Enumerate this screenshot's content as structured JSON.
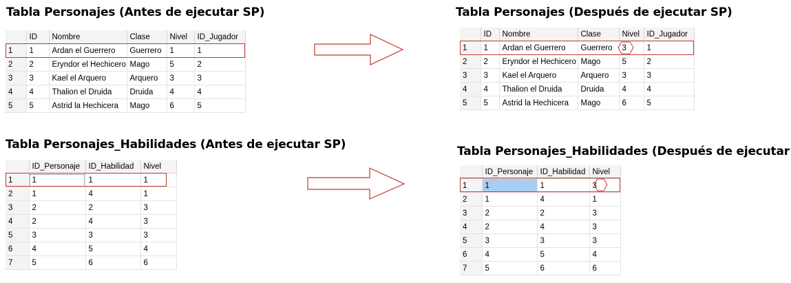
{
  "top_left": {
    "title": "Tabla Personajes (Antes de ejecutar SP)",
    "columns": [
      "",
      "ID",
      "Nombre",
      "Clase",
      "Nivel",
      "ID_Jugador"
    ],
    "rows": [
      [
        "1",
        "1",
        "Ardan el Guerrero",
        "Guerrero",
        "1",
        "1"
      ],
      [
        "2",
        "2",
        "Eryndor el Hechicero",
        "Mago",
        "5",
        "2"
      ],
      [
        "3",
        "3",
        "Kael el Arquero",
        "Arquero",
        "3",
        "3"
      ],
      [
        "4",
        "4",
        "Thalion el Druida",
        "Druida",
        "4",
        "4"
      ],
      [
        "5",
        "5",
        "Astrid la Hechicera",
        "Mago",
        "6",
        "5"
      ]
    ]
  },
  "top_right": {
    "title": "Tabla Personajes (Después de ejecutar SP)",
    "columns": [
      "",
      "ID",
      "Nombre",
      "Clase",
      "Nivel",
      "ID_Jugador"
    ],
    "rows": [
      [
        "1",
        "1",
        "Ardan el Guerrero",
        "Guerrero",
        "3",
        "1"
      ],
      [
        "2",
        "2",
        "Eryndor el Hechicero",
        "Mago",
        "5",
        "2"
      ],
      [
        "3",
        "3",
        "Kael el Arquero",
        "Arquero",
        "3",
        "3"
      ],
      [
        "4",
        "4",
        "Thalion el Druida",
        "Druida",
        "4",
        "4"
      ],
      [
        "5",
        "5",
        "Astrid la Hechicera",
        "Mago",
        "6",
        "5"
      ]
    ]
  },
  "bottom_left": {
    "title": "Tabla Personajes_Habilidades (Antes de ejecutar SP)",
    "columns": [
      "",
      "ID_Personaje",
      "ID_Habilidad",
      "Nivel"
    ],
    "rows": [
      [
        "1",
        "1",
        "1",
        "1"
      ],
      [
        "2",
        "1",
        "4",
        "1"
      ],
      [
        "3",
        "2",
        "2",
        "3"
      ],
      [
        "4",
        "2",
        "4",
        "3"
      ],
      [
        "5",
        "3",
        "3",
        "3"
      ],
      [
        "6",
        "4",
        "5",
        "4"
      ],
      [
        "7",
        "5",
        "6",
        "6"
      ]
    ]
  },
  "bottom_right": {
    "title": "Tabla Personajes_Habilidades (Después de ejecutar SP)",
    "columns": [
      "",
      "ID_Personaje",
      "ID_Habilidad",
      "Nivel"
    ],
    "rows": [
      [
        "1",
        "1",
        "1",
        "3"
      ],
      [
        "2",
        "1",
        "4",
        "1"
      ],
      [
        "3",
        "2",
        "2",
        "3"
      ],
      [
        "4",
        "2",
        "4",
        "3"
      ],
      [
        "5",
        "3",
        "3",
        "3"
      ],
      [
        "6",
        "4",
        "5",
        "4"
      ],
      [
        "7",
        "5",
        "6",
        "6"
      ]
    ]
  },
  "colors": {
    "highlight": "#c0392b",
    "selected_cell": "#a9cdf0",
    "header_bg": "#f4f4f4"
  }
}
